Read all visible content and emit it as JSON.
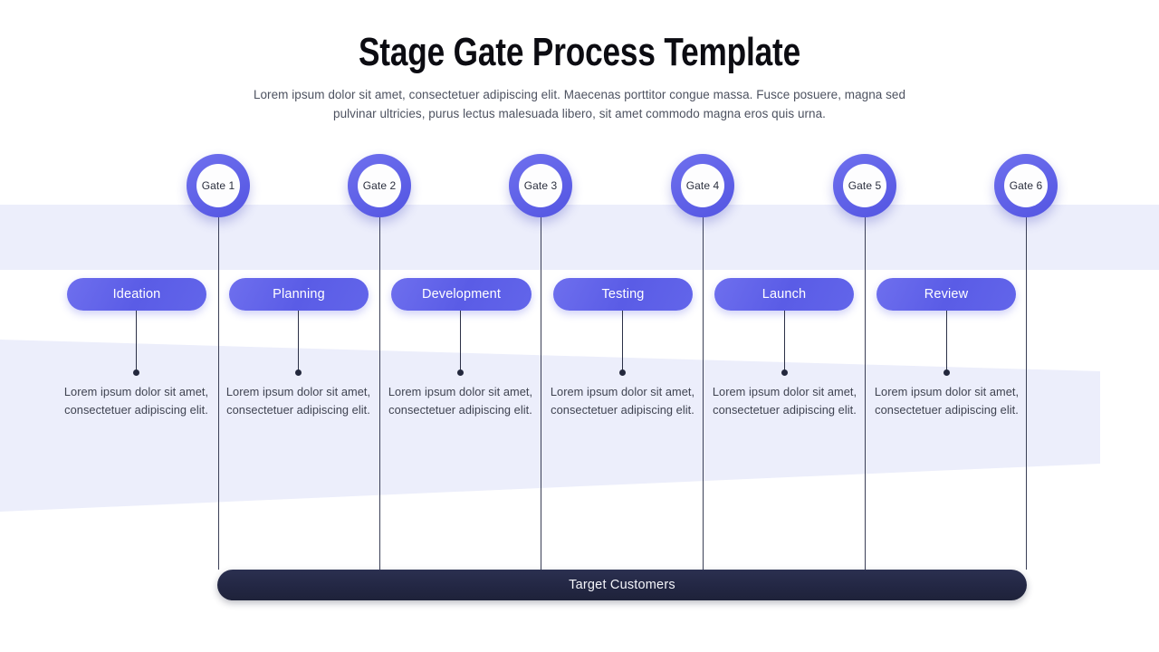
{
  "header": {
    "title": "Stage Gate Process Template",
    "subtitle": "Lorem ipsum dolor sit amet, consectetuer adipiscing elit. Maecenas porttitor congue massa. Fusce posuere, magna sed pulvinar ultricies, purus lectus malesuada libero, sit amet commodo magna eros quis urna."
  },
  "gates": [
    {
      "label": "Gate 1"
    },
    {
      "label": "Gate 2"
    },
    {
      "label": "Gate 3"
    },
    {
      "label": "Gate 4"
    },
    {
      "label": "Gate 5"
    },
    {
      "label": "Gate 6"
    }
  ],
  "stages": [
    {
      "label": "Ideation",
      "description": "Lorem ipsum dolor sit amet, consectetuer adipiscing elit."
    },
    {
      "label": "Planning",
      "description": "Lorem ipsum dolor sit amet, consectetuer adipiscing elit."
    },
    {
      "label": "Development",
      "description": "Lorem ipsum dolor sit amet, consectetuer adipiscing elit."
    },
    {
      "label": "Testing",
      "description": "Lorem ipsum dolor sit amet, consectetuer adipiscing elit."
    },
    {
      "label": "Launch",
      "description": "Lorem ipsum dolor sit amet, consectetuer adipiscing elit."
    },
    {
      "label": "Review",
      "description": "Lorem ipsum dolor sit amet, consectetuer adipiscing elit."
    }
  ],
  "footer": {
    "label": "Target Customers"
  },
  "colors": {
    "accent": "#5b5ce8",
    "accent_light": "#6f70ee",
    "band": "#eceefb",
    "dark": "#232744",
    "title": "#0c0c12",
    "body_text": "#4d5260"
  }
}
